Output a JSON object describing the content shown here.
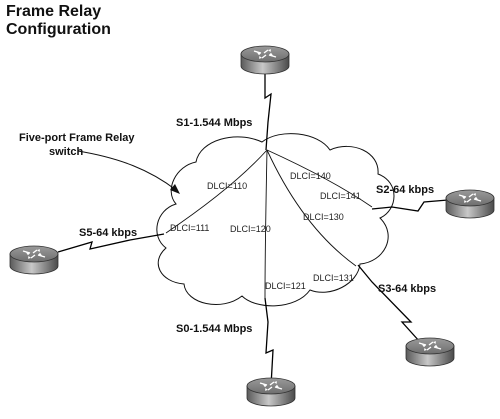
{
  "title": {
    "line1": "Frame Relay",
    "line2": "Configuration"
  },
  "switch_label": {
    "line1": "Five-port Frame Relay",
    "line2": "switch"
  },
  "links": {
    "s1": "S1-1.544 Mbps",
    "s2": "S2-64 kbps",
    "s3": "S3-64 kbps",
    "s5": "S5-64 kbps",
    "s0": "S0-1.544 Mbps"
  },
  "dlci": {
    "d110": "DLCI=110",
    "d111": "DLCI=111",
    "d120": "DLCI=120",
    "d121": "DLCI=121",
    "d130": "DLCI=130",
    "d131": "DLCI=131",
    "d140": "DLCI=140",
    "d141": "DLCI=141"
  },
  "icons": {
    "router": "router-icon",
    "cloud": "frame-relay-cloud"
  }
}
